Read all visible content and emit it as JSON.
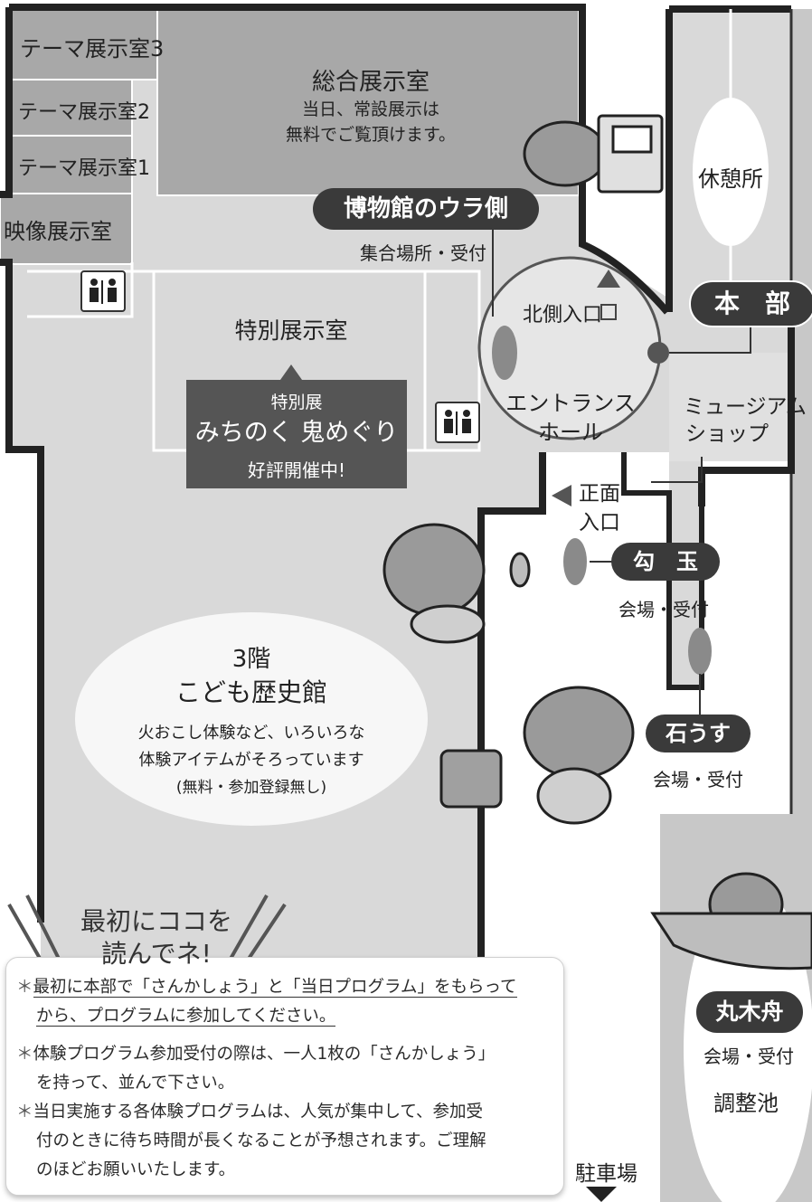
{
  "rooms": {
    "theme3": "テーマ展示室3",
    "theme2": "テーマ展示室2",
    "theme1": "テーマ展示室1",
    "video": "映像展示室",
    "general": "総合展示室",
    "general_note_1": "当日、常設展示は",
    "general_note_2": "無料でご覧頂けます。",
    "special": "特別展示室",
    "rest": "休憩所",
    "north_entrance": "北側入口",
    "entrance_hall_1": "エントランス",
    "entrance_hall_2": "ホール",
    "shop_1": "ミュージアム",
    "shop_2": "ショップ",
    "front_entrance_1": "正面",
    "front_entrance_2": "入口",
    "pond": "調整池",
    "parking": "駐車場"
  },
  "special_exhibit": {
    "line1": "特別展",
    "line2": "みちのく 鬼めぐり",
    "line3": "好評開催中!"
  },
  "kids_hall": {
    "floor": "3階",
    "name": "こども歴史館",
    "desc1": "火おこし体験など、いろいろな",
    "desc2": "体験アイテムがそろっています",
    "desc3": "(無料・参加登録無し)"
  },
  "badges": {
    "backside": "博物館のウラ側",
    "backside_sub": "集合場所・受付",
    "honbu": "本　部",
    "magatama": "勾　玉",
    "magatama_sub": "会場・受付",
    "ishiusu": "石うす",
    "ishiusu_sub": "会場・受付",
    "marukibune": "丸木舟",
    "marukibune_sub": "会場・受付"
  },
  "notice": {
    "heading1": "最初にココを",
    "heading2": "読んでネ!",
    "item1_line1": "最初に本部で「さんかしょう」と「当日プログラム」をもらって",
    "item1_line2": "から、プログラムに参加してください。",
    "item2_line1": "体験プログラム参加受付の際は、一人1枚の「さんかしょう」",
    "item2_line2": "を持って、並んで下さい。",
    "item3_line1": "当日実施する各体験プログラムは、人気が集中して、参加受",
    "item3_line2": "付のときに待ち時間が長くなることが予想されます。ご理解",
    "item3_line3": "のほどお願いいたします。",
    "bullet": "＊"
  },
  "icons": [
    "restroom-icon",
    "arrow-up-icon",
    "arrow-left-icon",
    "arrow-down-icon",
    "mascot-illustration"
  ],
  "colors": {
    "floor": "#d9d9d9",
    "room": "#a8a8a8",
    "badge": "#3a3a3a",
    "hall": "#e6e6e6",
    "exhibit": "#555555"
  }
}
